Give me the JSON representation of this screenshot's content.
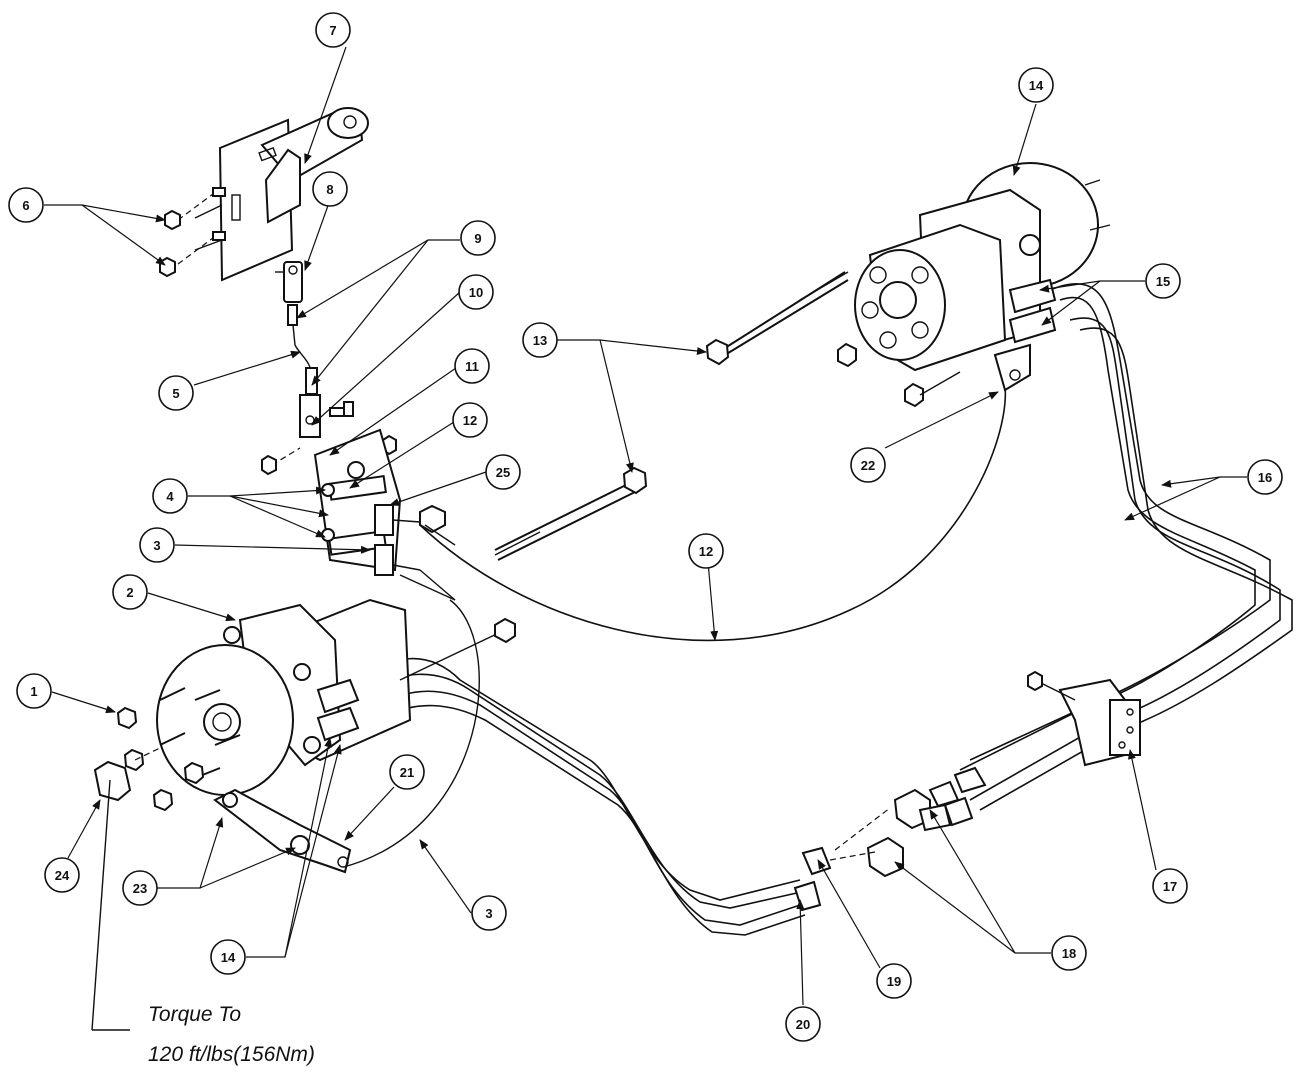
{
  "callouts": [
    "1",
    "2",
    "3",
    "4",
    "5",
    "6",
    "7",
    "8",
    "9",
    "10",
    "11",
    "12",
    "13",
    "14",
    "15",
    "16",
    "17",
    "18",
    "19",
    "20",
    "21",
    "22",
    "23",
    "24",
    "25"
  ],
  "torque_note": {
    "line1": "Torque To",
    "line2": "120 ft/lbs(156Nm)"
  }
}
